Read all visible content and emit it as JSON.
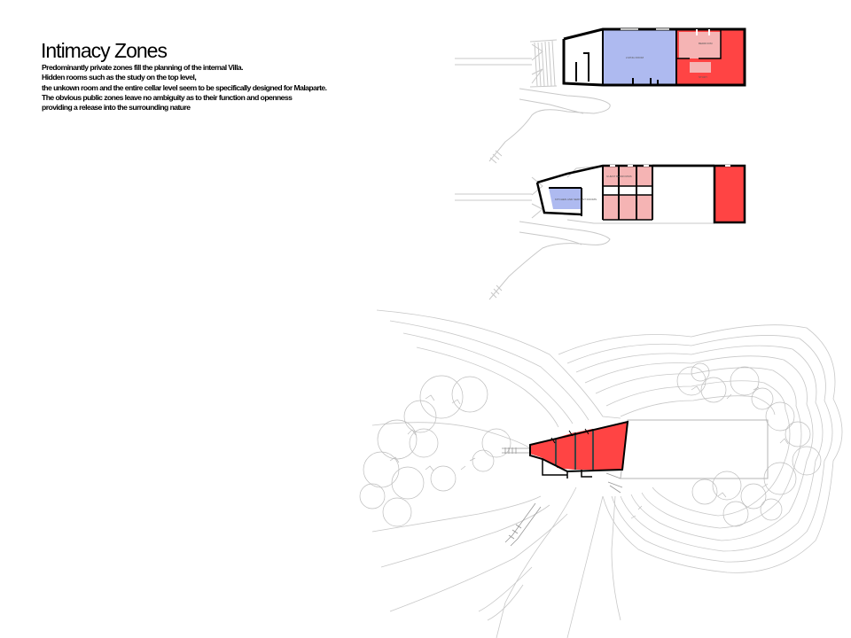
{
  "title": "Intimacy Zones",
  "paragraph": [
    "Predominantly private zones fill the planning of the internal Villa.",
    "Hidden rooms such as the study on the top level,",
    "the unkown room and the entire cellar level seem to be specifically designed for Malaparte.",
    "The obvious public zones leave no ambiguity as to their function and openness",
    "providing a release into the surrounding nature"
  ],
  "colors": {
    "public_zone": "#aebaf0",
    "semi_private_zone": "#f5b4b4",
    "private_zone": "#ff4444",
    "walls": "#000000",
    "terrain_lines": "#c8c8c8"
  },
  "plans": {
    "top_level": {
      "room_labels": [
        "LIVING ROOM",
        "BEDROOM",
        "STUDY"
      ]
    },
    "middle_level": {
      "room_labels": [
        "KITCHEN AND SERVANT ROOMS",
        "GUEST BEDROOMS"
      ]
    },
    "site_plan": {
      "room_labels": []
    }
  }
}
